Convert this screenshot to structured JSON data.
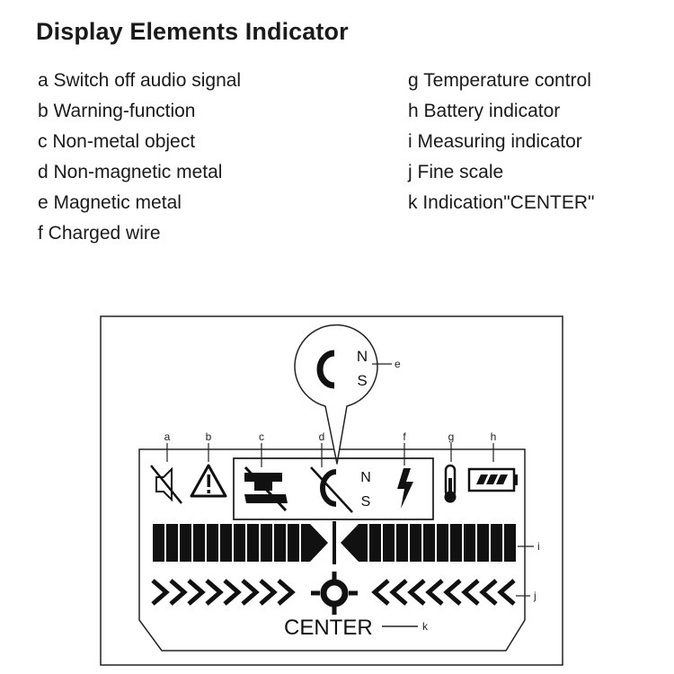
{
  "title": "Display Elements Indicator",
  "legend": {
    "left": [
      "a Switch off audio signal",
      "b Warning-function",
      "c Non-metal object",
      "d Non-magnetic metal",
      "e Magnetic metal",
      "f  Charged wire"
    ],
    "right": [
      "g Temperature control",
      "h Battery indicator",
      "i  Measuring indicator",
      "j  Fine scale",
      "k Indication\"CENTER\""
    ]
  },
  "callouts": {
    "a": "a",
    "b": "b",
    "c": "c",
    "d": "d",
    "e": "e",
    "f": "f",
    "g": "g",
    "h": "h",
    "i": "i",
    "j": "j",
    "k": "k"
  },
  "display": {
    "north_label": "N",
    "south_label": "S",
    "center_label": "CENTER"
  }
}
